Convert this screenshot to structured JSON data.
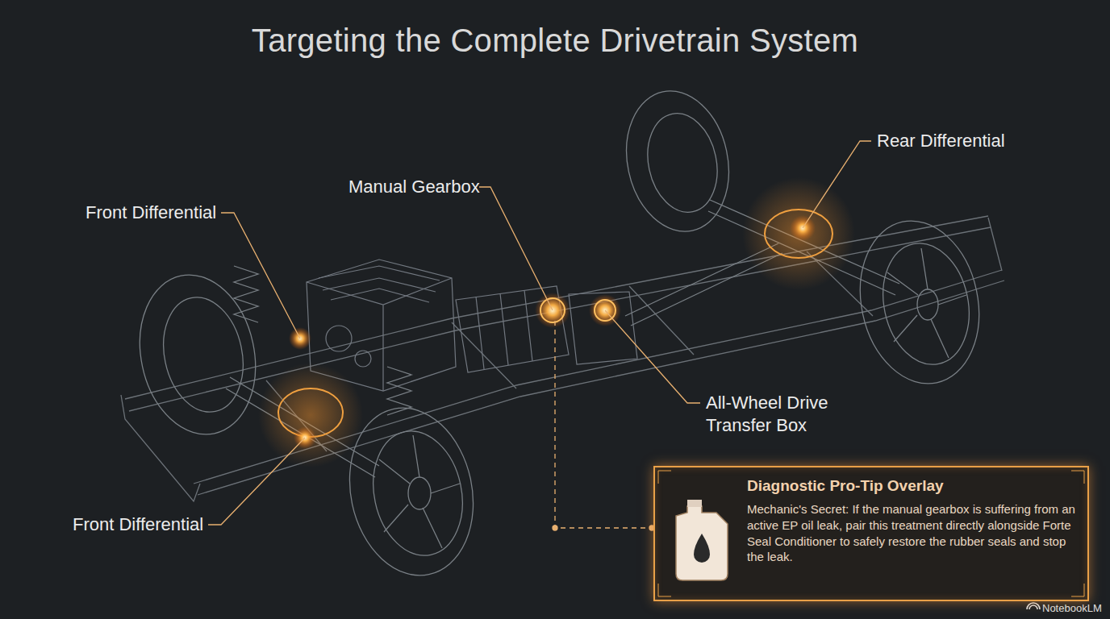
{
  "diagram": {
    "title": "Targeting the Complete Drivetrain System",
    "nodes": [
      {
        "text": [
          "Diagnostic Pro-Tip Overlay",
          "Mechanic's Secret: If the manual gearbox is suffering from an active EP oil leak, pair this treatment directly alongside Forte Seal Conditioner to safely restore the rubber seals and stop the leak."
        ]
      }
    ],
    "labels": [
      "Rear Differential",
      "Manual Gearbox",
      "Front Differential",
      "All-Wheel Drive Transfer Box",
      "Front Differential",
      "NotebookLM"
    ]
  }
}
